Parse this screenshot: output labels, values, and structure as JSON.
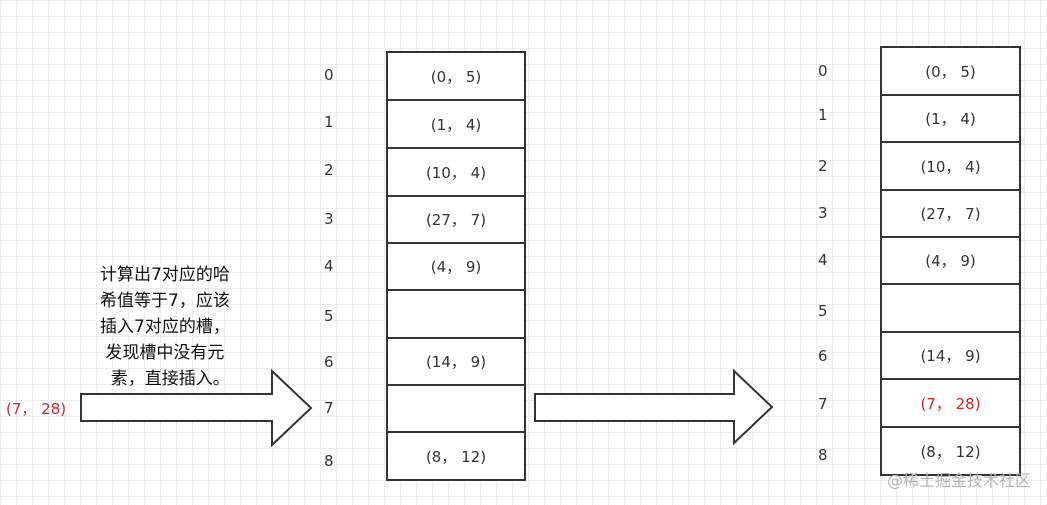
{
  "left_table": {
    "indices": [
      "0",
      "1",
      "2",
      "3",
      "4",
      "5",
      "6",
      "7",
      "8"
    ],
    "cells": [
      "(0， 5)",
      "(1， 4)",
      "(10， 4)",
      "(27， 7)",
      "(4， 9)",
      "",
      "(14， 9)",
      "",
      "(8， 12)"
    ]
  },
  "right_table": {
    "indices": [
      "0",
      "1",
      "2",
      "3",
      "4",
      "5",
      "6",
      "7",
      "8"
    ],
    "cells": [
      "(0， 5)",
      "(1， 4)",
      "(10， 4)",
      "(27， 7)",
      "(4， 9)",
      "",
      "(14， 9)",
      "(7， 28)",
      "(8， 12)"
    ]
  },
  "incoming_item": "(7， 28)",
  "explanation_lines": [
    "计算出7对应的哈",
    "希值等于7，应该",
    "插入7对应的槽，",
    " 发现槽中没有元",
    "  素，直接插入。"
  ],
  "highlight_color": "#d32626",
  "watermark": "@稀土掘金技术社区"
}
